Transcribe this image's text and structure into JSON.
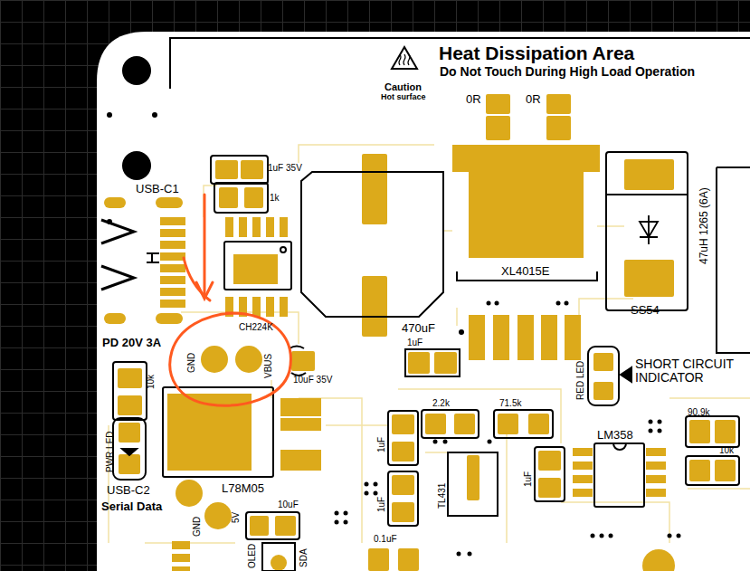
{
  "diagram": {
    "title": "Heat Dissipation Area",
    "labels": [
      "Do Not Touch During High Load Operation",
      "Caution",
      "Hot surface",
      "0R",
      "0R",
      "1uF 35V",
      "1k",
      "USB-C1",
      "PD 20V 3A",
      "CH224K",
      "470uF",
      "XL4015E",
      "47uH 1265 (6A)",
      "SS54",
      "GND",
      "VBUS",
      "10uF 35V",
      "1uF",
      "RED LED",
      "SHORT CIRCUIT INDICATOR",
      "10k",
      "PWR LED",
      "L78M05",
      "USB-C2",
      "Serial Data",
      "2.2k",
      "71.5k",
      "LM358",
      "90.9k",
      "10k",
      "1uF",
      "TL431",
      "1uF",
      "1uF",
      "10uF",
      "GND",
      "5V",
      "OLED",
      "SDA",
      "0.1uF"
    ]
  }
}
